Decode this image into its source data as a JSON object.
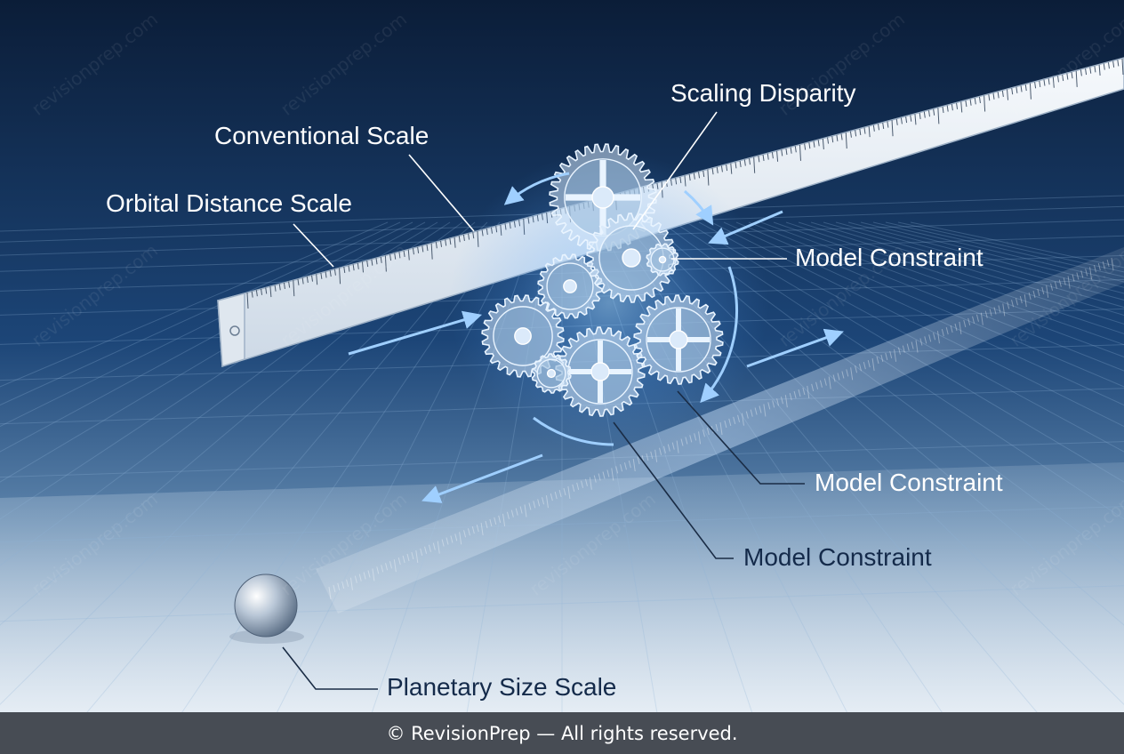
{
  "labels": {
    "scaling_disparity": "Scaling Disparity",
    "conventional_scale": "Conventional Scale",
    "orbital_distance_scale": "Orbital Distance Scale",
    "model_constraint_1": "Model Constraint",
    "model_constraint_2": "Model Constraint",
    "model_constraint_3": "Model Constraint",
    "planetary_size_scale": "Planetary Size Scale"
  },
  "watermark": "revisionprep.com",
  "footer": {
    "copyright": "© RevisionPrep — All rights reserved."
  },
  "colors": {
    "background_top": "#0b1d38",
    "background_mid": "#1f4a7e",
    "floor_light": "#e6eef6",
    "ruler": "#e9eef4",
    "gear_glow": "#8ec8ff",
    "footer_bg": "#474c54"
  },
  "icons": [
    "ruler",
    "gear-cluster",
    "planet-sphere",
    "transparent-scale-bar",
    "direction-arrows"
  ]
}
